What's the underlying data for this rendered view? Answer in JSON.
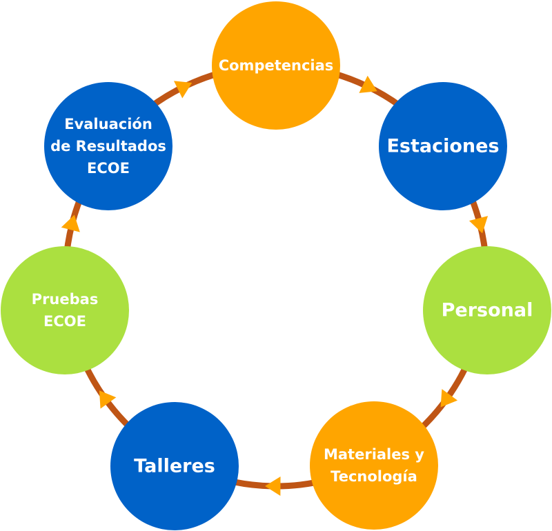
{
  "diagram": {
    "type": "cycle",
    "colors": {
      "connector": "#BF5515",
      "arrowhead": "#FFA500",
      "orange": "#FFA500",
      "blue": "#0062C8",
      "green": "#ABE040",
      "text": "#FFFFFF"
    },
    "nodes": [
      {
        "id": "competencias",
        "lines": [
          "Competencias"
        ],
        "color": "orange",
        "size": "small"
      },
      {
        "id": "estaciones",
        "lines": [
          "Estaciones"
        ],
        "color": "blue",
        "size": "large"
      },
      {
        "id": "personal",
        "lines": [
          "Personal"
        ],
        "color": "green",
        "size": "large"
      },
      {
        "id": "materiales",
        "lines": [
          "Materiales y",
          "Tecnología"
        ],
        "color": "orange",
        "size": "medium"
      },
      {
        "id": "talleres",
        "lines": [
          "Talleres"
        ],
        "color": "blue",
        "size": "large"
      },
      {
        "id": "pruebas",
        "lines": [
          "Pruebas",
          "ECOE"
        ],
        "color": "green",
        "size": "small"
      },
      {
        "id": "evaluacion",
        "lines": [
          "Evaluación",
          "de Resultados",
          "ECOE"
        ],
        "color": "blue",
        "size": "small"
      }
    ],
    "flow": "clockwise"
  }
}
